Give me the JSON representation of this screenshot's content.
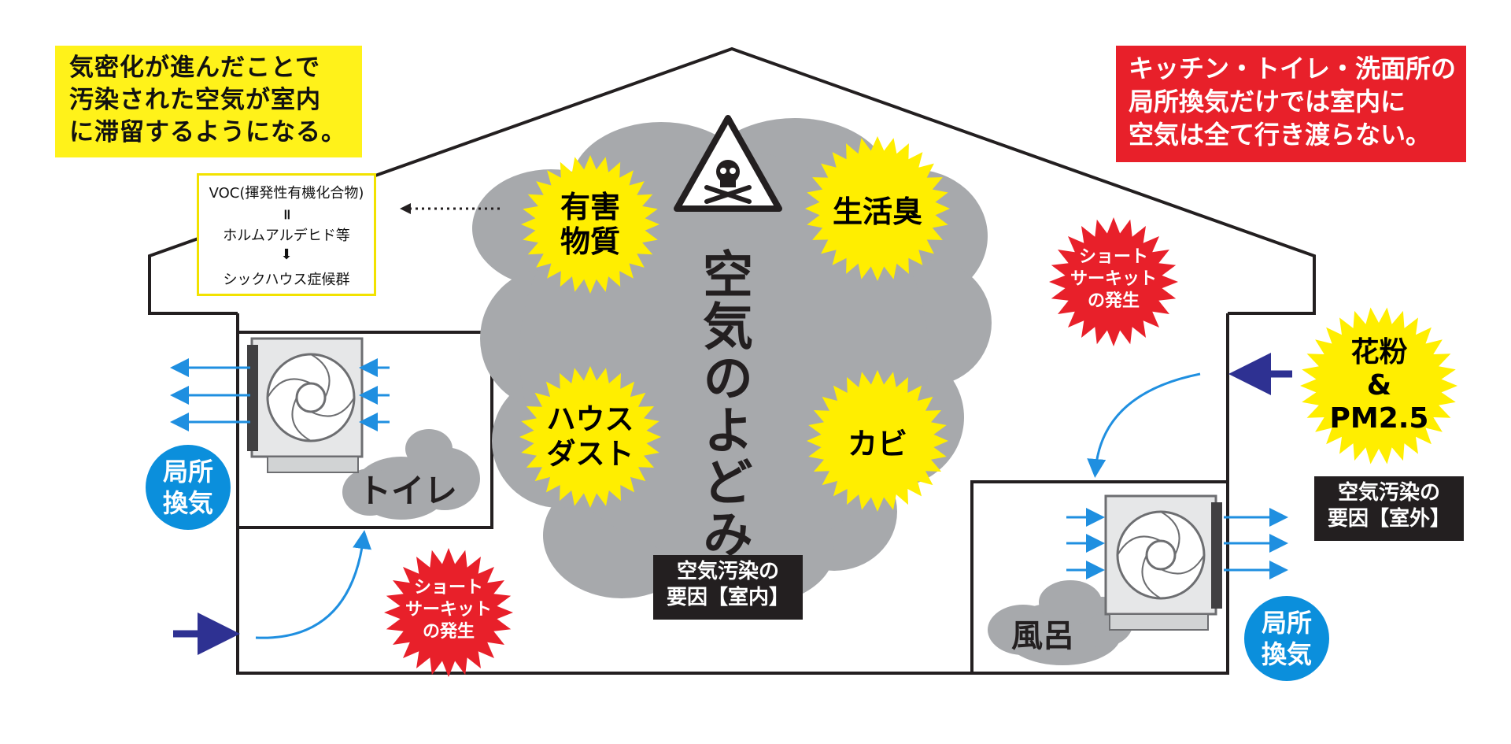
{
  "top_left_note": "気密化が進んだことで\n汚染された空気が室内\nに滞留するようになる。",
  "top_right_note": "キッチン・トイレ・洗面所の\n局所換気だけでは室内に\n空気は全て行き渡らない。",
  "voc_box": {
    "line1": "VOC(揮発性有機化合物)",
    "equals": "॥",
    "line2": "ホルムアルデヒド等",
    "arrow": "⬇",
    "line3": "シックハウス症候群"
  },
  "center_title": "空気のよどみ",
  "pollutants_indoor": [
    "有害\n物質",
    "生活臭",
    "ハウス\nダスト",
    "カビ"
  ],
  "indoor_cause_label": "空気汚染の\n要因【室内】",
  "outdoor_cause_label": "空気汚染の\n要因【室外】",
  "outdoor_pollutant": "花粉\n&\nPM2.5",
  "short_circuit": "ショート\nサーキット\nの発生",
  "local_ventilation": "局所\n換気",
  "rooms": {
    "toilet": "トイレ",
    "bath": "風呂"
  },
  "icons": [
    "skull-warning-icon",
    "exhaust-fan-icon",
    "airflow-arrow-icon"
  ],
  "colors": {
    "note_yellow": "#fff21a",
    "note_red": "#e8202a",
    "burst_yellow": "#ffee00",
    "burst_red": "#e8202a",
    "cloud_gray": "#a7a9ac",
    "label_dark": "#231f20",
    "ventilation_blue": "#0b8fdc",
    "arrow_blue": "#1f8fe0",
    "intake_navy": "#2e3192"
  }
}
